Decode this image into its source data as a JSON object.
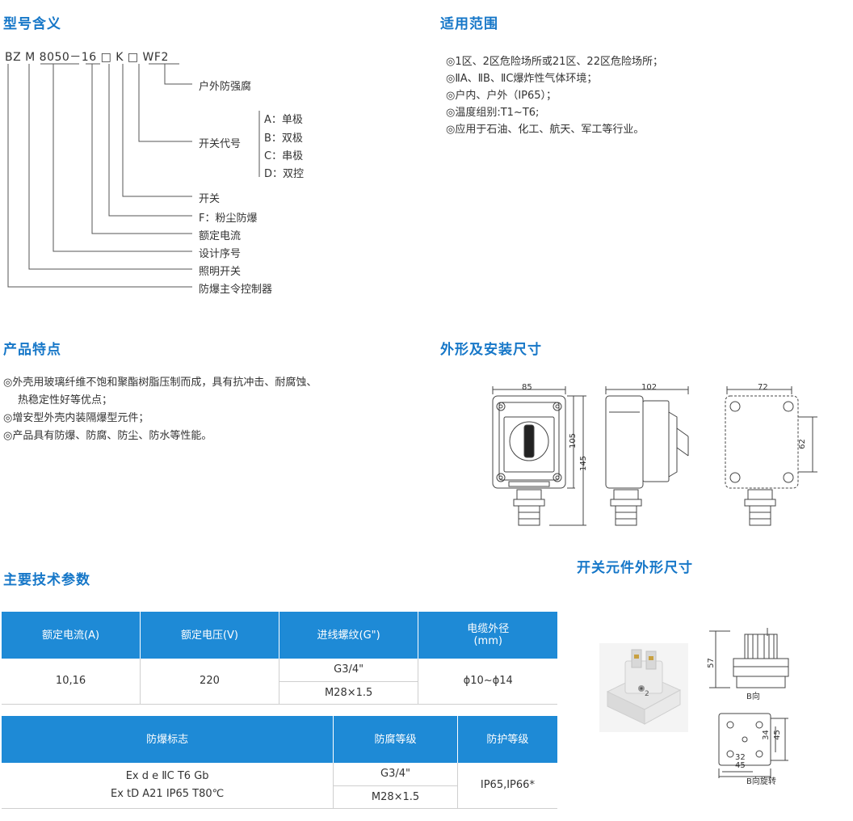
{
  "sections": {
    "model_meaning": "型号含义",
    "application": "适用范围",
    "features": "产品特点",
    "dimensions": "外形及安装尺寸",
    "switch_dimensions": "开关元件外形尺寸",
    "tech_params": "主要技术参数"
  },
  "model": {
    "code": "BZ M 8050－16 □ K □ WF2",
    "labels": {
      "anticorrosion": "户外防强腐",
      "switch_code": "开关代号",
      "code_a": "A：单极",
      "code_b": "B：双极",
      "code_c": "C：串极",
      "code_d": "D：双控",
      "switch": "开关",
      "dust": "F：粉尘防爆",
      "current": "额定电流",
      "design_no": "设计序号",
      "lighting": "照明开关",
      "controller": "防爆主令控制器"
    }
  },
  "application_items": [
    "◎1区、2区危险场所或21区、22区危险场所；",
    "◎ⅡA、ⅡB、ⅡC爆炸性气体环境；",
    "◎户内、户外（IP65）；",
    "◎温度组别:T1~T6;",
    "◎应用于石油、化工、航天、军工等行业。"
  ],
  "feature_items": [
    "◎外壳用玻璃纤维不饱和聚酯树脂压制而成，具有抗冲击、耐腐蚀、",
    "热稳定性好等优点；",
    "◎增安型外壳内装隔爆型元件；",
    "◎产品具有防爆、防腐、防尘、防水等性能。"
  ],
  "dims": {
    "front_w": "85",
    "side_w": "102",
    "back_w": "72",
    "h_inner": "105",
    "h_total": "145",
    "back_h": "62"
  },
  "switch_dims": {
    "h57": "57",
    "b_view": "B向",
    "d34": "34",
    "d45v": "45",
    "d32": "32",
    "d45h": "45",
    "b_rotate": "B向旋转",
    "terminal": "2"
  },
  "table1": {
    "headers": [
      "额定电流(A)",
      "额定电压(V)",
      "进线螺纹(G\")",
      "电缆外径",
      "(mm)"
    ],
    "current": "10,16",
    "voltage": "220",
    "thread1": "G3/4\"",
    "thread2": "M28×1.5",
    "cable": "ϕ10~ϕ14"
  },
  "table2": {
    "headers": [
      "防爆标志",
      "防腐等级",
      "防护等级"
    ],
    "mark1": "Ex d e ⅡC T6 Gb",
    "mark2": "Ex tD A21 IP65 T80℃",
    "anti1": "G3/4\"",
    "anti2": "M28×1.5",
    "protect": "IP65,IP66*"
  },
  "colors": {
    "accent": "#1677c8",
    "table_header": "#1e8ad6"
  }
}
